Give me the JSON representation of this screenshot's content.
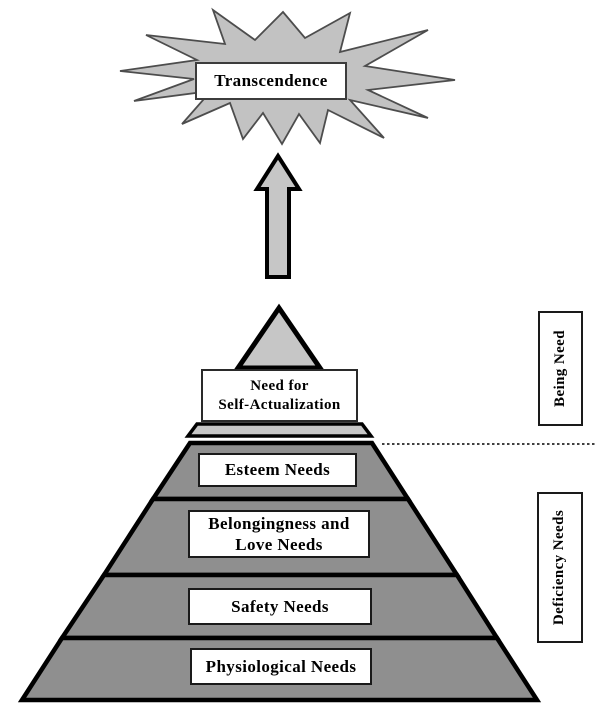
{
  "diagram": {
    "subject": "maslow-hierarchy-of-needs",
    "transcendence": {
      "label": "Transcendence"
    },
    "pyramid_levels": [
      {
        "id": "self-actualization",
        "line1": "Need for",
        "line2": "Self-Actualization"
      },
      {
        "id": "esteem",
        "line1": "Esteem Needs"
      },
      {
        "id": "belongingness-love",
        "line1": "Belongingness and",
        "line2": "Love Needs"
      },
      {
        "id": "safety",
        "line1": "Safety Needs"
      },
      {
        "id": "physiological",
        "line1": "Physiological Needs"
      }
    ],
    "category_labels": [
      {
        "id": "being",
        "label": "Being Need"
      },
      {
        "id": "deficiency",
        "label": "Deficiency Needs"
      }
    ],
    "colors": {
      "pyramid_fill": "#8f8f8f",
      "light_fill": "#c6c6c6",
      "starburst_fill": "#c2c2c2",
      "starburst_stroke": "#4d4d4d",
      "outline": "#000000",
      "box_background": "#ffffff"
    }
  }
}
